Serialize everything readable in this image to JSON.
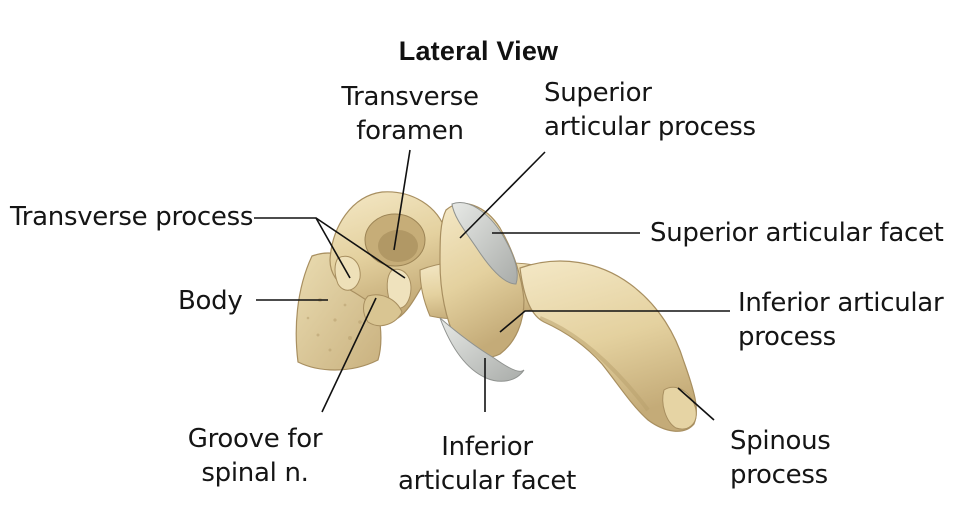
{
  "title": "Lateral View",
  "labels": {
    "transverse_foramen": [
      "Transverse",
      "foramen"
    ],
    "superior_articular_process": [
      "Superior",
      "articular process"
    ],
    "transverse_process": [
      "Transverse process"
    ],
    "superior_articular_facet": [
      "Superior articular facet"
    ],
    "body": [
      "Body"
    ],
    "inferior_articular_process": [
      "Inferior articular",
      "process"
    ],
    "groove_for_spinal_n": [
      "Groove for",
      "spinal n."
    ],
    "inferior_articular_facet": [
      "Inferior",
      "articular facet"
    ],
    "spinous_process": [
      "Spinous",
      "process"
    ]
  },
  "colors": {
    "bone": "#e8d8ad",
    "bone_shadow": "#b9a170",
    "bone_highlight": "#f6edd2",
    "cartilage": "#cfd2cf",
    "leader": "#111111"
  }
}
